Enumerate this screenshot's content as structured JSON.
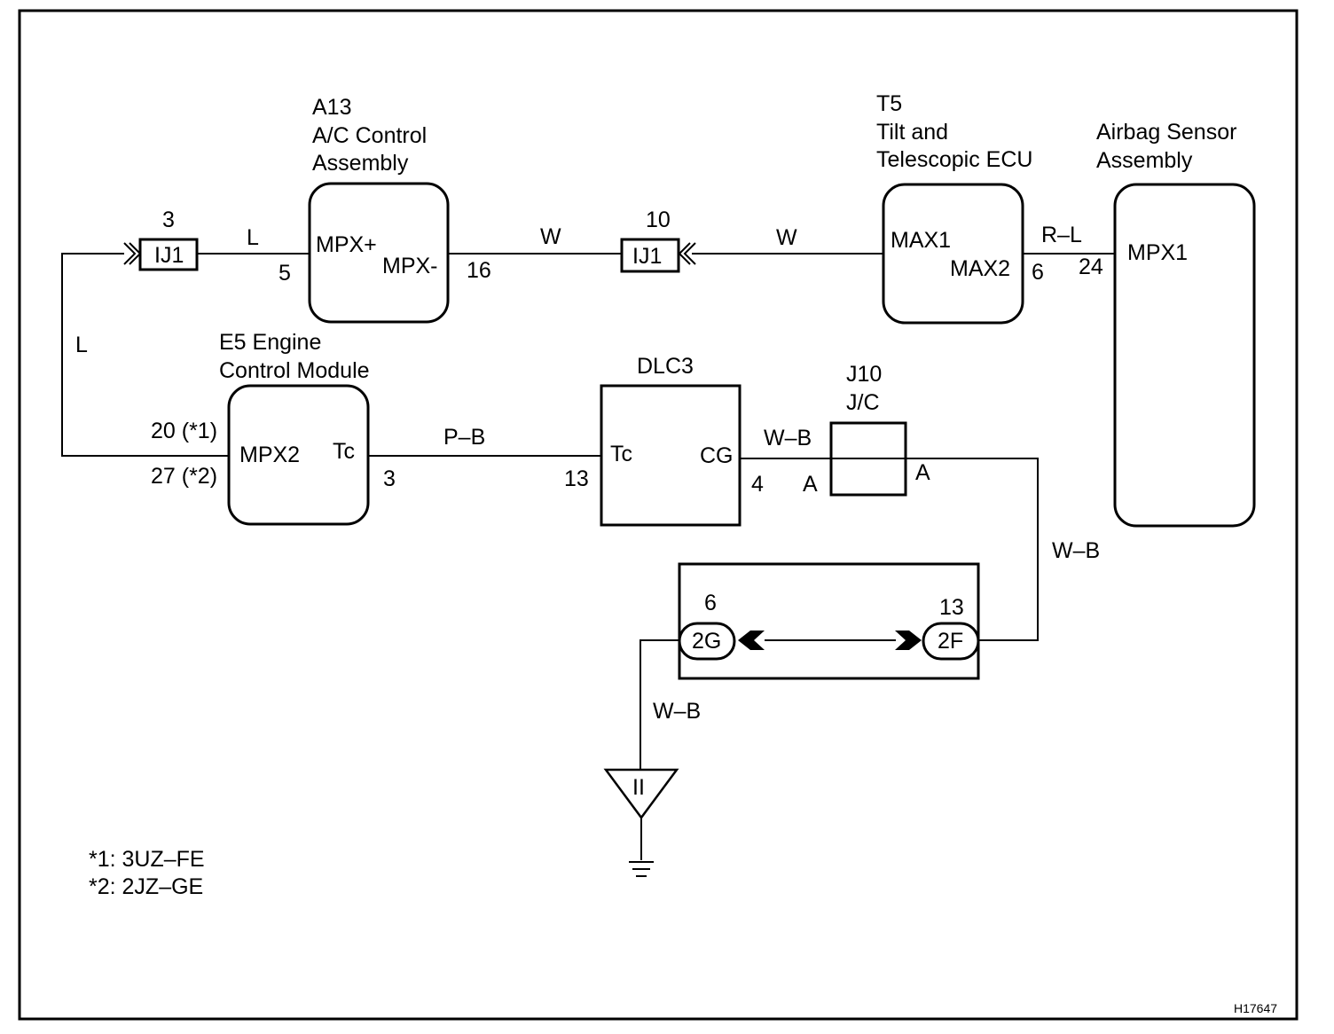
{
  "figure_id": "H17647",
  "components": {
    "ac_control": {
      "ref": "A13",
      "name_line1": "A/C Control",
      "name_line2": "Assembly",
      "pin_mpx_plus": "MPX+",
      "pin_mpx_minus": "MPX-",
      "pin_num_left": "5",
      "pin_num_right": "16"
    },
    "tilt_ecu": {
      "ref": "T5",
      "name_line1": "Tilt and",
      "name_line2": "Telescopic ECU",
      "pin_max1": "MAX1",
      "pin_max2": "MAX2",
      "pin_num_right": "6"
    },
    "airbag": {
      "name_line1": "Airbag Sensor",
      "name_line2": "Assembly",
      "pin_mpx1": "MPX1",
      "pin_num": "24"
    },
    "ecm": {
      "name_line1": "E5 Engine",
      "name_line2": "Control Module",
      "pin_mpx2": "MPX2",
      "pin_tc": "Tc",
      "pin_num_left1": "20 (*1)",
      "pin_num_left2": "27 (*2)",
      "pin_num_right": "3"
    },
    "dlc3": {
      "name": "DLC3",
      "pin_tc": "Tc",
      "pin_cg": "CG",
      "pin_num_left": "13",
      "pin_num_right": "4"
    },
    "jc": {
      "ref": "J10",
      "name": "J/C",
      "pin_left": "A",
      "pin_right": "A"
    },
    "connector_ij1_a": {
      "label": "IJ1",
      "pin": "3"
    },
    "connector_ij1_b": {
      "label": "IJ1",
      "pin": "10"
    },
    "connector_2g": {
      "label": "2G",
      "pin": "6"
    },
    "connector_2f": {
      "label": "2F",
      "pin": "13"
    },
    "ground_point": {
      "label": "II"
    }
  },
  "wires": {
    "w_ij1_to_ac": "L",
    "w_left_vertical": "L",
    "w_ac_to_ij1": "W",
    "w_ij1_to_tilt": "W",
    "w_tilt_to_airbag": "R–L",
    "w_ecm_to_dlc": "P–B",
    "w_dlc_to_jc": "W–B",
    "w_jc_down": "W–B",
    "w_ground": "W–B"
  },
  "notes": {
    "note1": "*1: 3UZ–FE",
    "note2": "*2: 2JZ–GE"
  }
}
